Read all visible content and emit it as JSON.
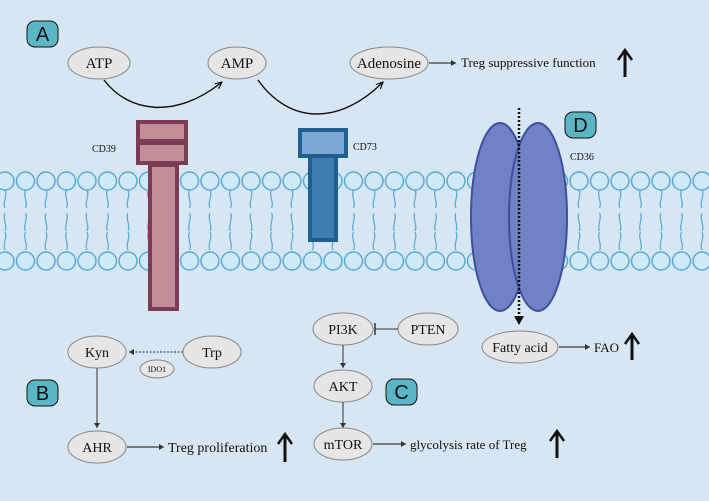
{
  "panels": {
    "a": "A",
    "b": "B",
    "c": "C",
    "d": "D"
  },
  "nodes": {
    "atp": "ATP",
    "amp": "AMP",
    "adenosine": "Adenosine",
    "kyn": "Kyn",
    "trp": "Trp",
    "ido1": "IDO1",
    "ahr": "AHR",
    "pi3k": "PI3K",
    "pten": "PTEN",
    "akt": "AKT",
    "mtor": "mTOR",
    "fatty_acid": "Fatty acid"
  },
  "proteins": {
    "cd39": "CD39",
    "cd73": "CD73",
    "cd36": "CD36"
  },
  "outcomes": {
    "treg_suppressive": "Treg suppressive function",
    "treg_proliferation": "Treg proliferation",
    "glycolysis": "glycolysis rate of Treg",
    "fao": "FAO"
  },
  "colors": {
    "background": "#d6e6f3",
    "node_fill": "#e6e6e6",
    "panel_badge": "#5ab6c4",
    "cd39": "#c48e98",
    "cd39_border": "#7b3b55",
    "cd73": "#7aa9d8",
    "cd73_border": "#1f5f8f",
    "cd36": "#6f82c6",
    "cd36_border": "#3f4f9a",
    "membrane": "#cfe9f7",
    "membrane_border": "#5aaad8"
  },
  "icons": {
    "increase": "up-arrow-icon"
  }
}
